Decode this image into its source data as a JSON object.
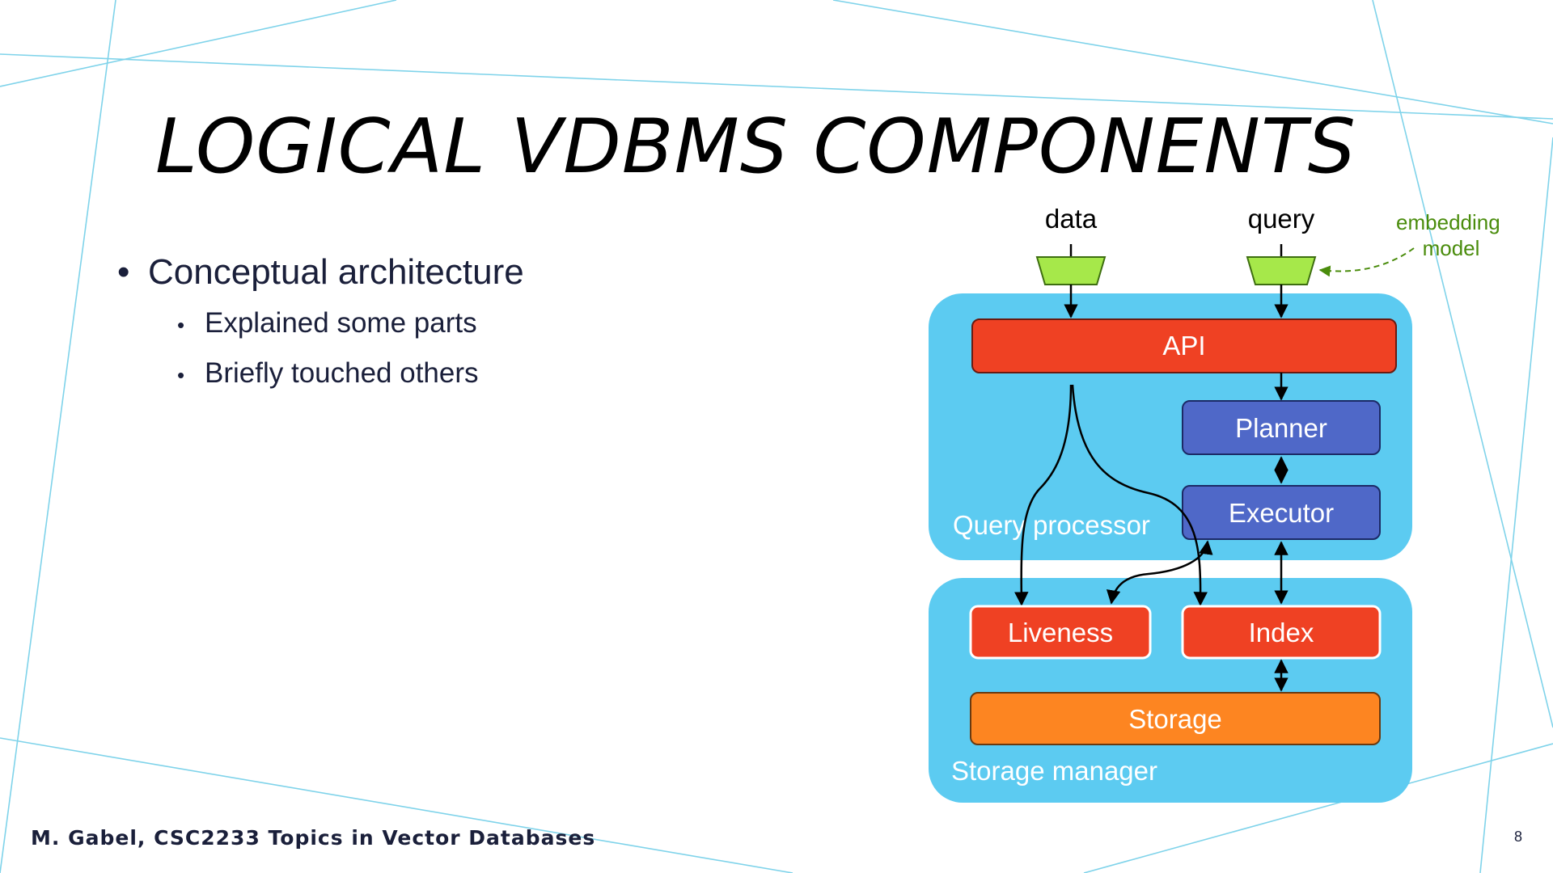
{
  "title": "LOGICAL VDBMS COMPONENTS",
  "bullets": {
    "level1": "Conceptual architecture",
    "level2": [
      "Explained some parts",
      "Briefly touched others"
    ]
  },
  "footer": "M. Gabel, CSC2233 Topics in Vector Databases",
  "page_number": "8",
  "colors": {
    "background_lines": "#7fd3ea",
    "group_fill": "#5ccbf1",
    "red_box": "#ef4123",
    "blue_box": "#4f68c8",
    "orange_box": "#fd8521",
    "embedding_green": "#a6e84a",
    "annotation_green": "#4a8c0c",
    "text_dark": "#1a1f3a"
  },
  "diagram": {
    "inputs": {
      "data": "data",
      "query": "query"
    },
    "annotation": {
      "line1": "embedding",
      "line2": "model"
    },
    "groups": {
      "query_processor": "Query processor",
      "storage_manager": "Storage manager"
    },
    "boxes": {
      "api": "API",
      "planner": "Planner",
      "executor": "Executor",
      "liveness": "Liveness",
      "index": "Index",
      "storage": "Storage"
    }
  }
}
